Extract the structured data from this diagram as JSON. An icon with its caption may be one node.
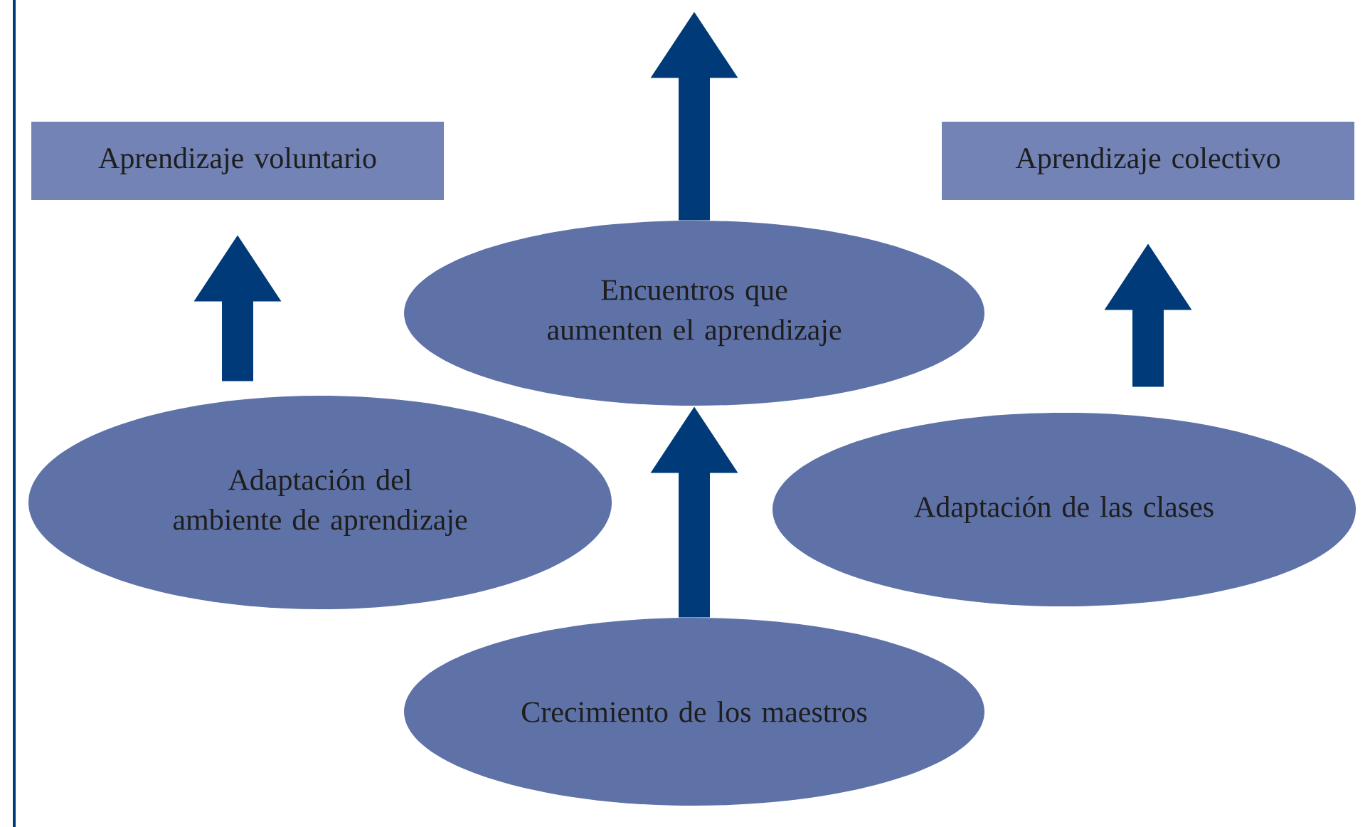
{
  "diagram": {
    "nodes": [
      {
        "text": [
          "Aprendizaje voluntario"
        ]
      },
      {
        "text": [
          "Encuentros que aumenten el aprendizaje"
        ]
      },
      {
        "text": [
          "Aprendizaje colectivo"
        ]
      },
      {
        "text": [
          "Adaptación del ambiente de aprendizaje"
        ]
      },
      {
        "text": [
          "Adaptación de las clases"
        ]
      },
      {
        "text": [
          "Crecimiento de los maestros"
        ]
      }
    ],
    "edges": [
      {
        "from": 3,
        "to": 0,
        "arrow": "to"
      },
      {
        "from": 1,
        "to": null,
        "arrow": "to"
      },
      {
        "from": 5,
        "to": 1,
        "arrow": "to"
      },
      {
        "from": 4,
        "to": 2,
        "arrow": "to"
      }
    ]
  }
}
